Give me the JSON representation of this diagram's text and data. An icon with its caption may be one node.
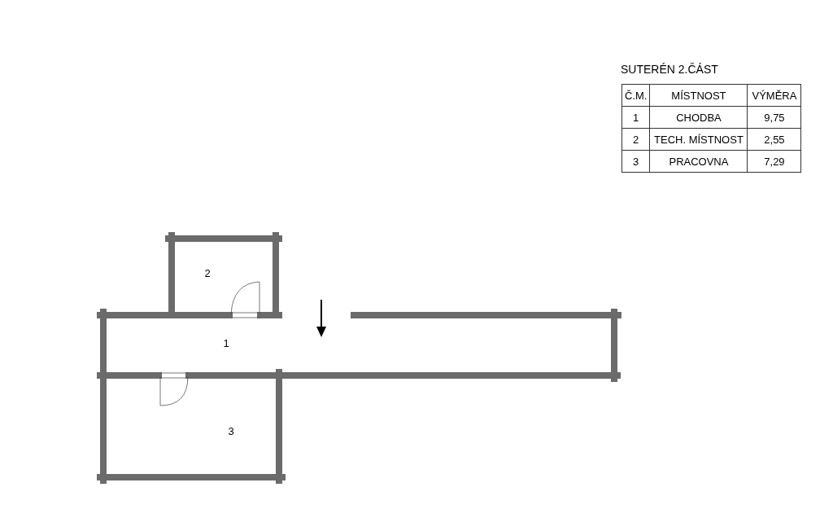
{
  "diagram": {
    "title": "SUTERÉN 2.ČÁST",
    "nodes": [
      {
        "text": [
          "2"
        ]
      },
      {
        "text": [
          "1"
        ]
      },
      {
        "text": [
          "3"
        ]
      }
    ],
    "edges": [],
    "labels": [
      "Č.M.",
      "MÍSTNOST",
      "VÝMĚRA",
      "1",
      "CHODBA",
      "9,75",
      "2",
      "TECH. MÍSTNOST",
      "2,55",
      "3",
      "PRACOVNA",
      "7,29"
    ]
  }
}
